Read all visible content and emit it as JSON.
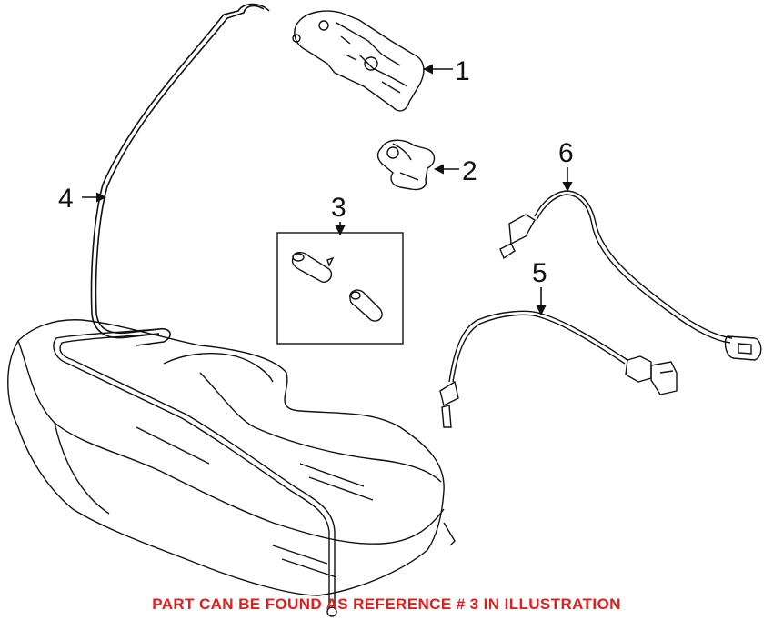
{
  "callouts": [
    {
      "id": "1",
      "label": "1"
    },
    {
      "id": "2",
      "label": "2"
    },
    {
      "id": "3",
      "label": "3"
    },
    {
      "id": "4",
      "label": "4"
    },
    {
      "id": "5",
      "label": "5"
    },
    {
      "id": "6",
      "label": "6"
    }
  ],
  "footer_note": "PART CAN BE FOUND AS REFERENCE # 3 IN ILLUSTRATION",
  "colors": {
    "line": "#111111",
    "note": "#e01e1e"
  }
}
